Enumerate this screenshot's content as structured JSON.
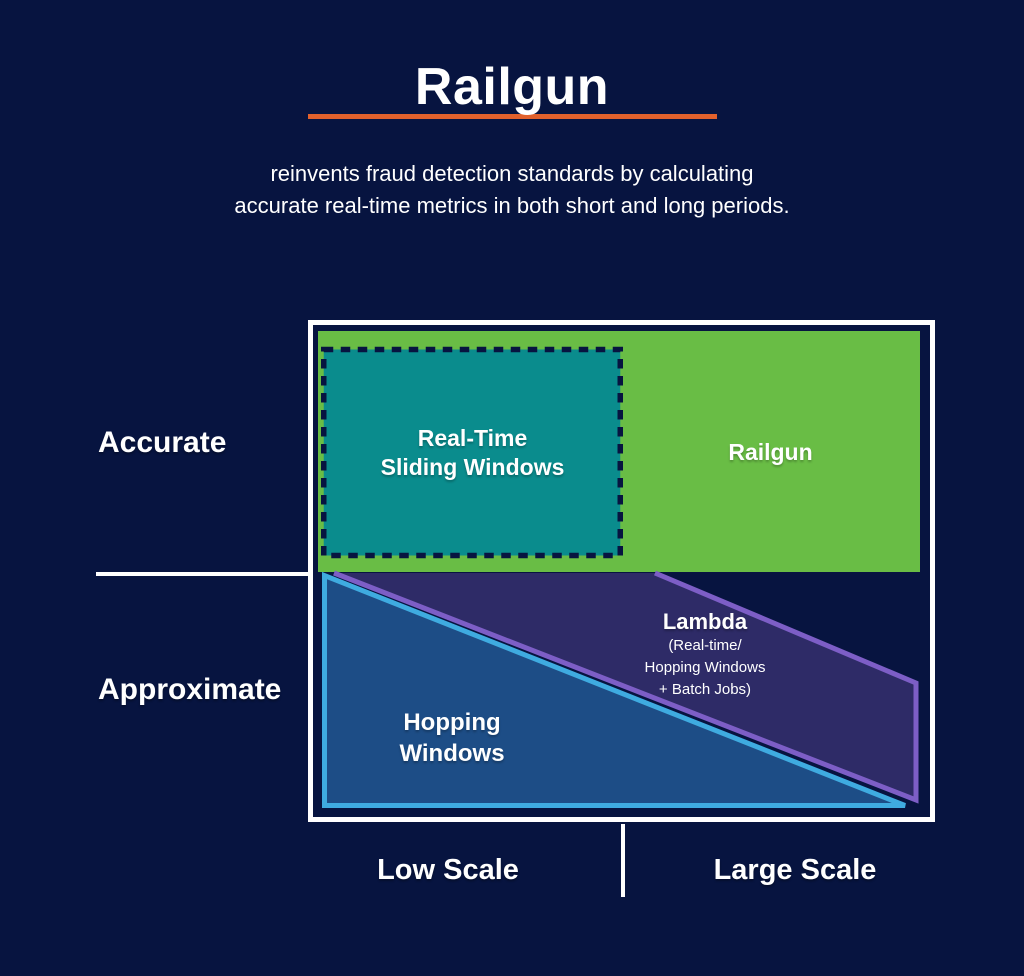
{
  "page": {
    "background": "#071440"
  },
  "colors": {
    "background_navy": "#071440",
    "frame_white": "#ffffff",
    "accent_orange": "#e2612c",
    "railgun_green": "#69bd45",
    "sliding_teal": "#0a8c8d",
    "dash_navy": "#071440",
    "hopping_blue_fill": "#1d4d86",
    "hopping_blue_stroke": "#3fabe0",
    "lambda_indigo_fill": "#2e2b67",
    "lambda_purple_stroke": "#7d5ec6",
    "text_white": "#ffffff"
  },
  "header": {
    "title": "Railgun",
    "underline_style": "background:#e2612c",
    "subtitle_line1": "reinvents fraud detection standards by calculating",
    "subtitle_line2": "accurate real-time metrics in both short and long periods."
  },
  "axis": {
    "y_top_label": "Accurate",
    "y_bottom_label": "Approximate",
    "x_left_label": "Low Scale",
    "x_right_label": "Large Scale"
  },
  "quadrants": {
    "sliding_windows": {
      "line1": "Real-Time",
      "line2": "Sliding Windows"
    },
    "railgun": {
      "label": "Railgun"
    },
    "lambda": {
      "title": "Lambda",
      "sub_line1": "(Real-time/",
      "sub_line2": "Hopping Windows",
      "sub_line3": "+ Batch Jobs)"
    },
    "hopping_windows": {
      "line1": "Hopping",
      "line2": "Windows"
    }
  }
}
